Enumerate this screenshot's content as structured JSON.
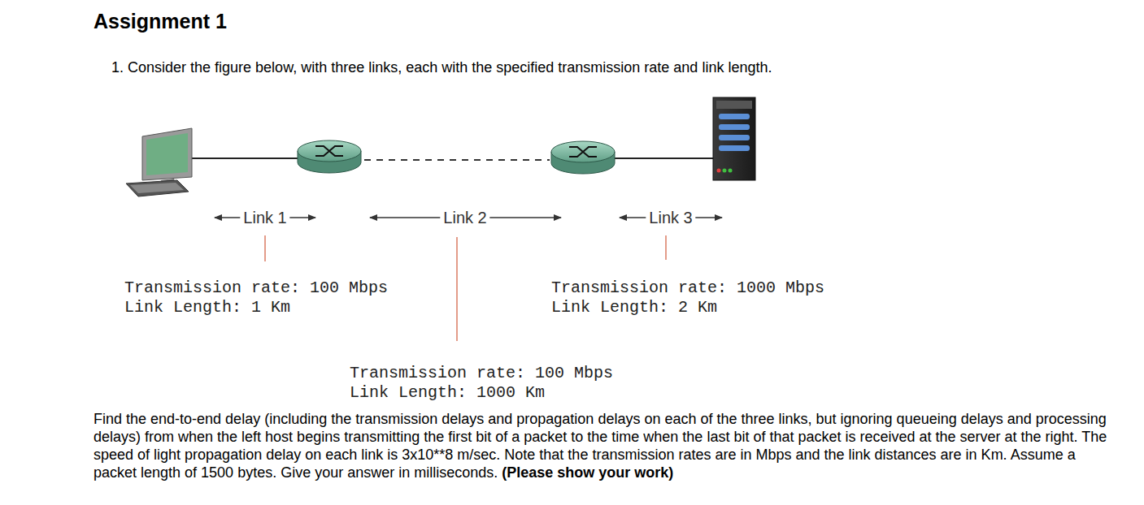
{
  "diagram": {
    "title": "Assignment 1",
    "labels": [
      "1. Consider the figure below, with three links, each with the specified transmission rate and link length.",
      "Link 1",
      "Link 2",
      "Link 3",
      "Transmission rate: 100 Mbps",
      "Link Length: 1 Km",
      "Transmission rate: 1000 Mbps",
      "Link Length: 2 Km",
      "Transmission rate: 100 Mbps",
      "Link Length: 1000 Km",
      "Find the end-to-end delay (including the transmission delays and propagation delays on each of the three links, but ignoring queueing delays and processing delays) from when the left host begins transmitting the first bit of a packet to the time when the last bit of that packet is received at the server at the right. The speed of light propagation delay on each link is 3x10**8 m/sec. Note that the transmission rates are in Mbps and the link distances are in Km. Assume a packet length of 1500 bytes. Give your answer in milliseconds. ",
      "(Please show your work)"
    ]
  }
}
